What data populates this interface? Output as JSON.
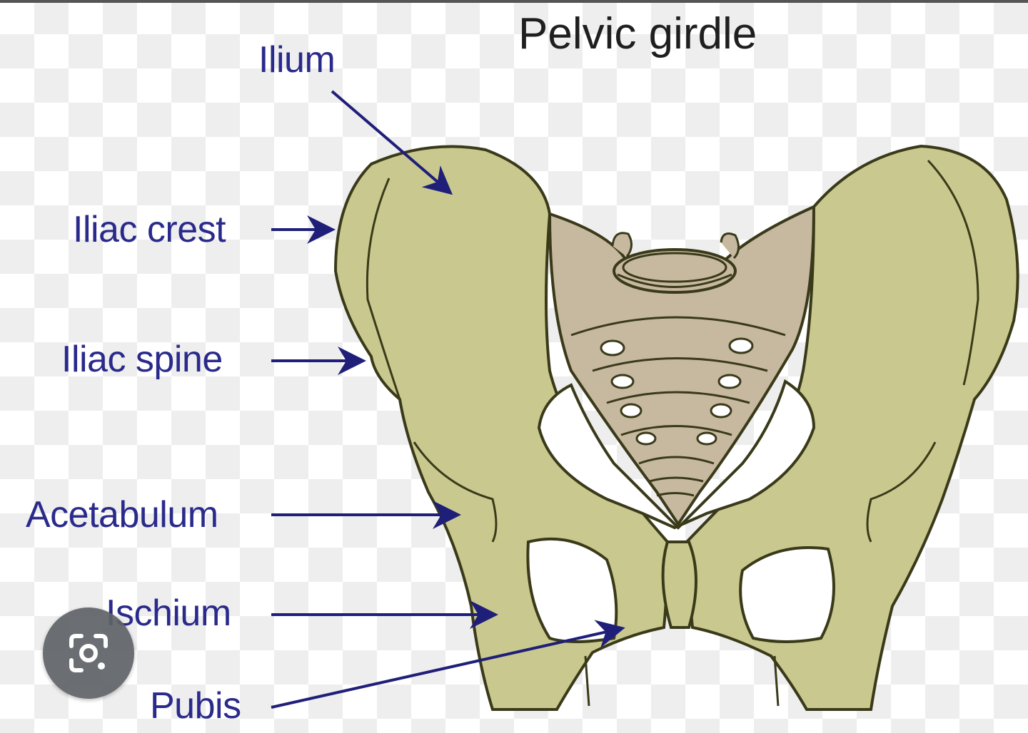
{
  "title": "Pelvic girdle",
  "labels": {
    "ilium": "Ilium",
    "iliac_crest": "Iliac crest",
    "iliac_spine": "Iliac spine",
    "acetabulum": "Acetabulum",
    "ischium": "Ischium",
    "pubis": "Pubis"
  },
  "colors": {
    "bone": "#c9c98f",
    "sacrum": "#c7b9a0",
    "outline": "#3a3a1a",
    "label": "#2a2a8c",
    "arrow": "#1f1f7a",
    "lens_button": "#5f6368"
  },
  "icons": {
    "lens": "google-lens-icon"
  }
}
